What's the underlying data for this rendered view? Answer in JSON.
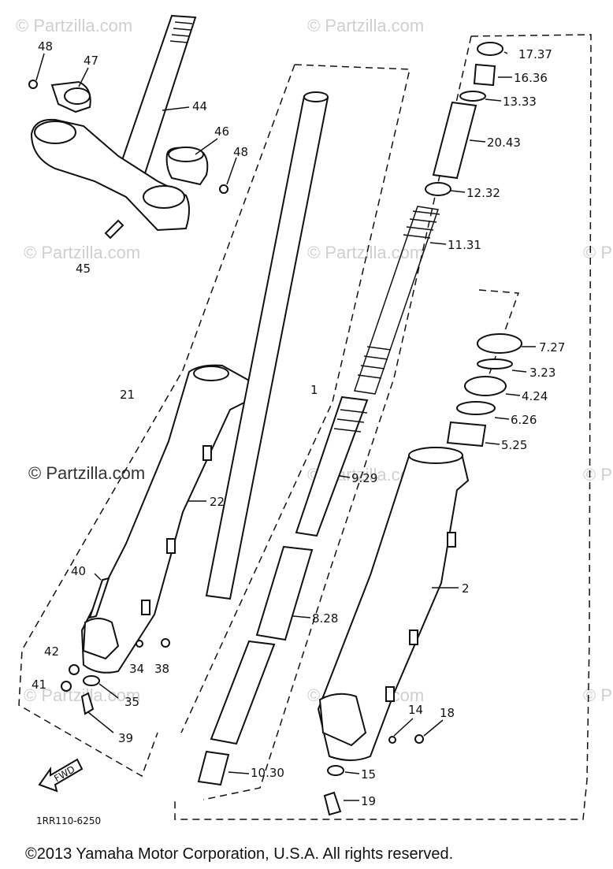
{
  "watermarks": {
    "small": "© Partzilla.com",
    "large": "© Partzilla.com"
  },
  "callouts": {
    "c48a": "48",
    "c47": "47",
    "c44": "44",
    "c46": "46",
    "c48b": "48",
    "c45": "45",
    "c21": "21",
    "c22": "22",
    "c40": "40",
    "c42": "42",
    "c34": "34",
    "c38": "38",
    "c41": "41",
    "c35": "35",
    "c39": "39",
    "c1": "1",
    "c9_29": "9.29",
    "c8_28": "8.28",
    "c10_30": "10.30",
    "c17_37": "17.37",
    "c16_36": "16.36",
    "c13_33": "13.33",
    "c20_43": "20.43",
    "c12_32": "12.32",
    "c11_31": "11.31",
    "c7_27": "7.27",
    "c3_23": "3.23",
    "c4_24": "4.24",
    "c6_26": "6.26",
    "c5_25": "5.25",
    "c2": "2",
    "c14": "14",
    "c18": "18",
    "c15": "15",
    "c19": "19"
  },
  "fwd_label": "FWD",
  "diagram_code": "1RR110-6250",
  "copyright": "©2013 Yamaha Motor Corporation, U.S.A. All rights reserved."
}
